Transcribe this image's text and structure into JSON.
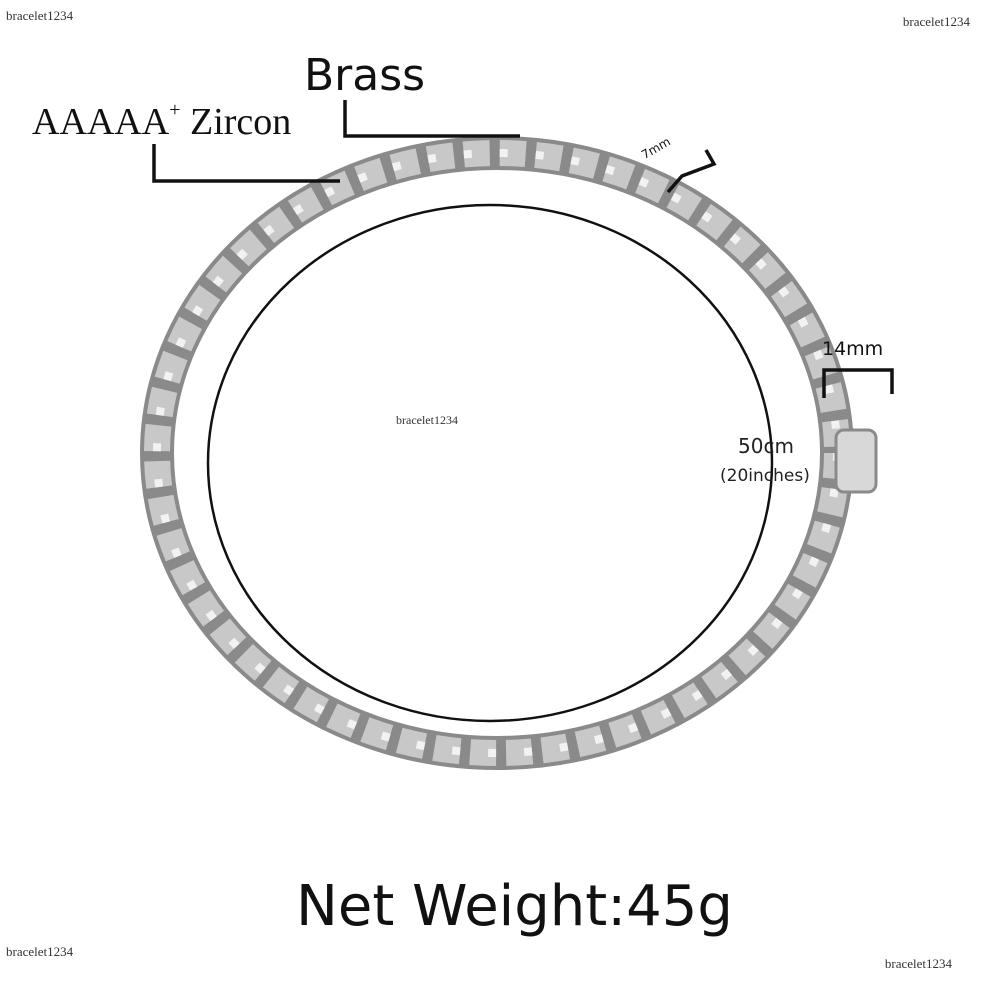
{
  "watermarks": {
    "top_left": "bracelet1234",
    "top_right": "bracelet1234",
    "center": "bracelet1234",
    "bottom_left": "bracelet1234",
    "bottom_right": "bracelet1234"
  },
  "labels": {
    "brass": "Brass",
    "zircon_grade": "AAAAA",
    "zircon_plus": "+",
    "zircon_word": " Zircon",
    "width_large": "14mm",
    "width_small": "7mm",
    "length_cm": "50cm",
    "length_in": "(20inches)",
    "net_weight": "Net Weight:45g"
  },
  "colors": {
    "metal": "#c8c8c8",
    "metal_dark": "#8a8a8a",
    "stone": "#f2f2f2",
    "line": "#111111"
  },
  "icons": {
    "necklace": "necklace-icon"
  }
}
